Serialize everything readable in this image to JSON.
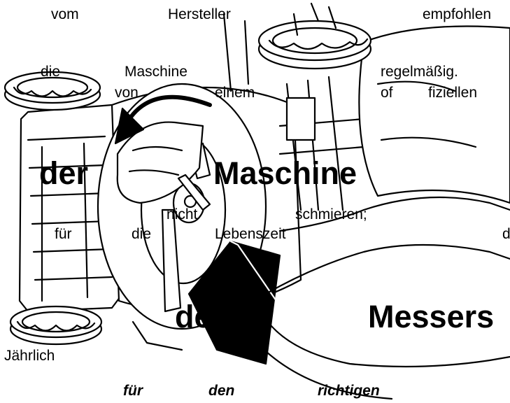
{
  "illustration": {
    "icon": "lawnmower-blade-removal-icon",
    "stroke": "#000000",
    "fill": "#ffffff"
  },
  "line1": [
    "vom",
    "Hersteller",
    "empfohlen"
  ],
  "line2": [
    "die",
    "Maschine",
    "regelmäßig."
  ],
  "line3": [
    "von",
    "einem",
    "of",
    "fiziellen"
  ],
  "line4": [
    "der",
    "Maschine"
  ],
  "line5": [
    "nicht",
    "schmieren;"
  ],
  "line6": [
    "für",
    "die",
    "Lebenszeit",
    "d"
  ],
  "line7": [
    "des",
    "Messers"
  ],
  "line8": [
    "Jährlich"
  ],
  "line9": [
    "für",
    "den",
    "richtigen"
  ]
}
